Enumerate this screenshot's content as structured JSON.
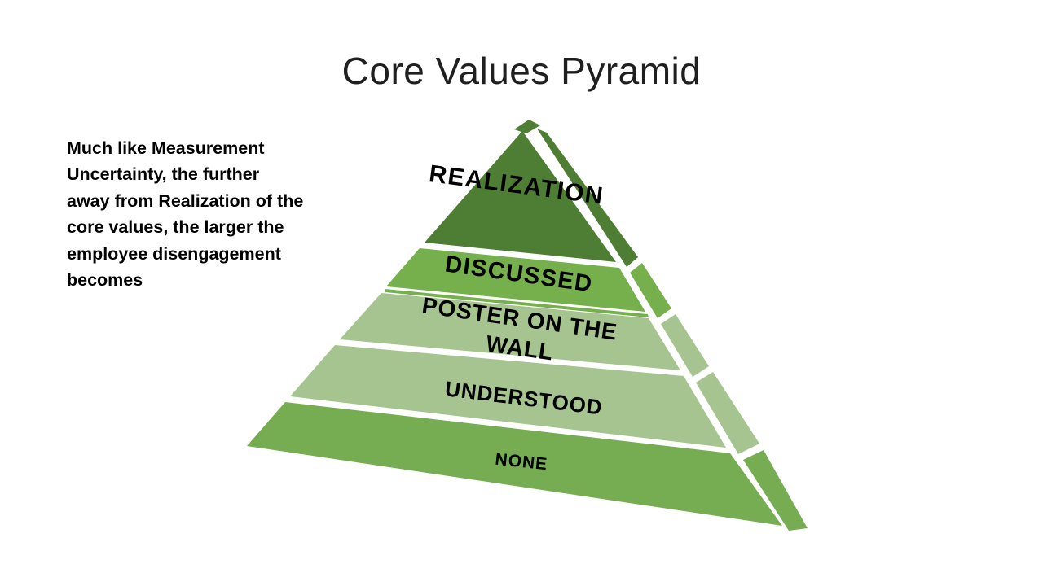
{
  "slide": {
    "title": "Core Values Pyramid",
    "note": "Much like Measurement\nUncertainty, the further\naway from Realization of the\ncore values, the larger the\nemployee  disengagement\nbecomes"
  },
  "pyramid": {
    "label_color": "#000000",
    "levels": [
      {
        "label": "REALIZATION",
        "color": "#4e7e33"
      },
      {
        "label": "DISCUSSED",
        "color": "#75b04c"
      },
      {
        "label": "POSTER ON THE WALL",
        "line1": "POSTER ON THE",
        "line2": "WALL",
        "color": "#a5c48f"
      },
      {
        "label": "UNDERSTOOD",
        "color": "#a5c48f"
      },
      {
        "label": "NONE",
        "color": "#77ad52"
      }
    ]
  }
}
